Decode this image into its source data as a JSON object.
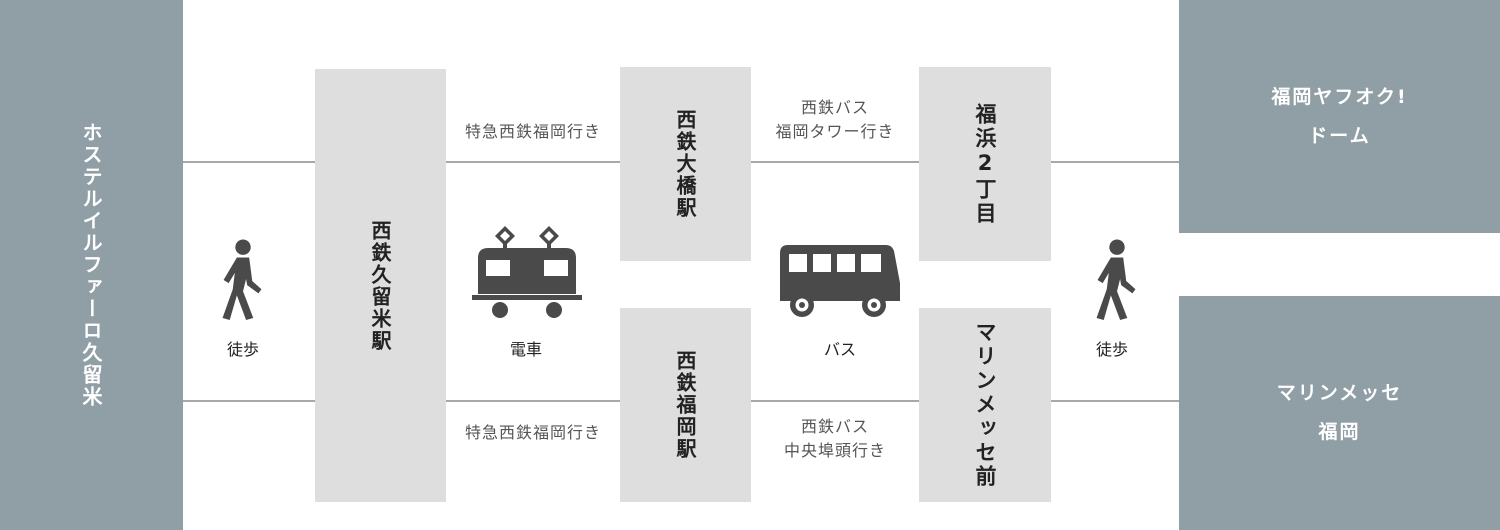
{
  "origin": {
    "label": "ホステルイルファーロ久留米"
  },
  "modes": {
    "walk1": {
      "icon": "pedestrian-icon",
      "label": "徒歩"
    },
    "train": {
      "icon": "train-icon",
      "label": "電車"
    },
    "bus": {
      "icon": "bus-icon",
      "label": "バス"
    },
    "walk2": {
      "icon": "pedestrian-icon",
      "label": "徒歩"
    }
  },
  "stations": {
    "kurume": "西鉄久留米駅",
    "ohashi": "西鉄大橋駅",
    "fukuoka": "西鉄福岡駅",
    "fukuhama": "福浜2丁目",
    "marine_mae": "マリンメッセ前"
  },
  "routes": {
    "train_top": "特急西鉄福岡行き",
    "train_bottom": "特急西鉄福岡行き",
    "bus_top": [
      "西鉄バス",
      "福岡タワー行き"
    ],
    "bus_bottom": [
      "西鉄バス",
      "中央埠頭行き"
    ]
  },
  "destinations": {
    "dome": [
      "福岡ヤフオク!",
      "ドーム"
    ],
    "marine": [
      "マリンメッセ",
      "福岡"
    ]
  },
  "colors": {
    "box_gray": "#dedede",
    "box_slate": "#909ea6",
    "line": "#a8a8a8",
    "icon": "#4a4a4a"
  }
}
